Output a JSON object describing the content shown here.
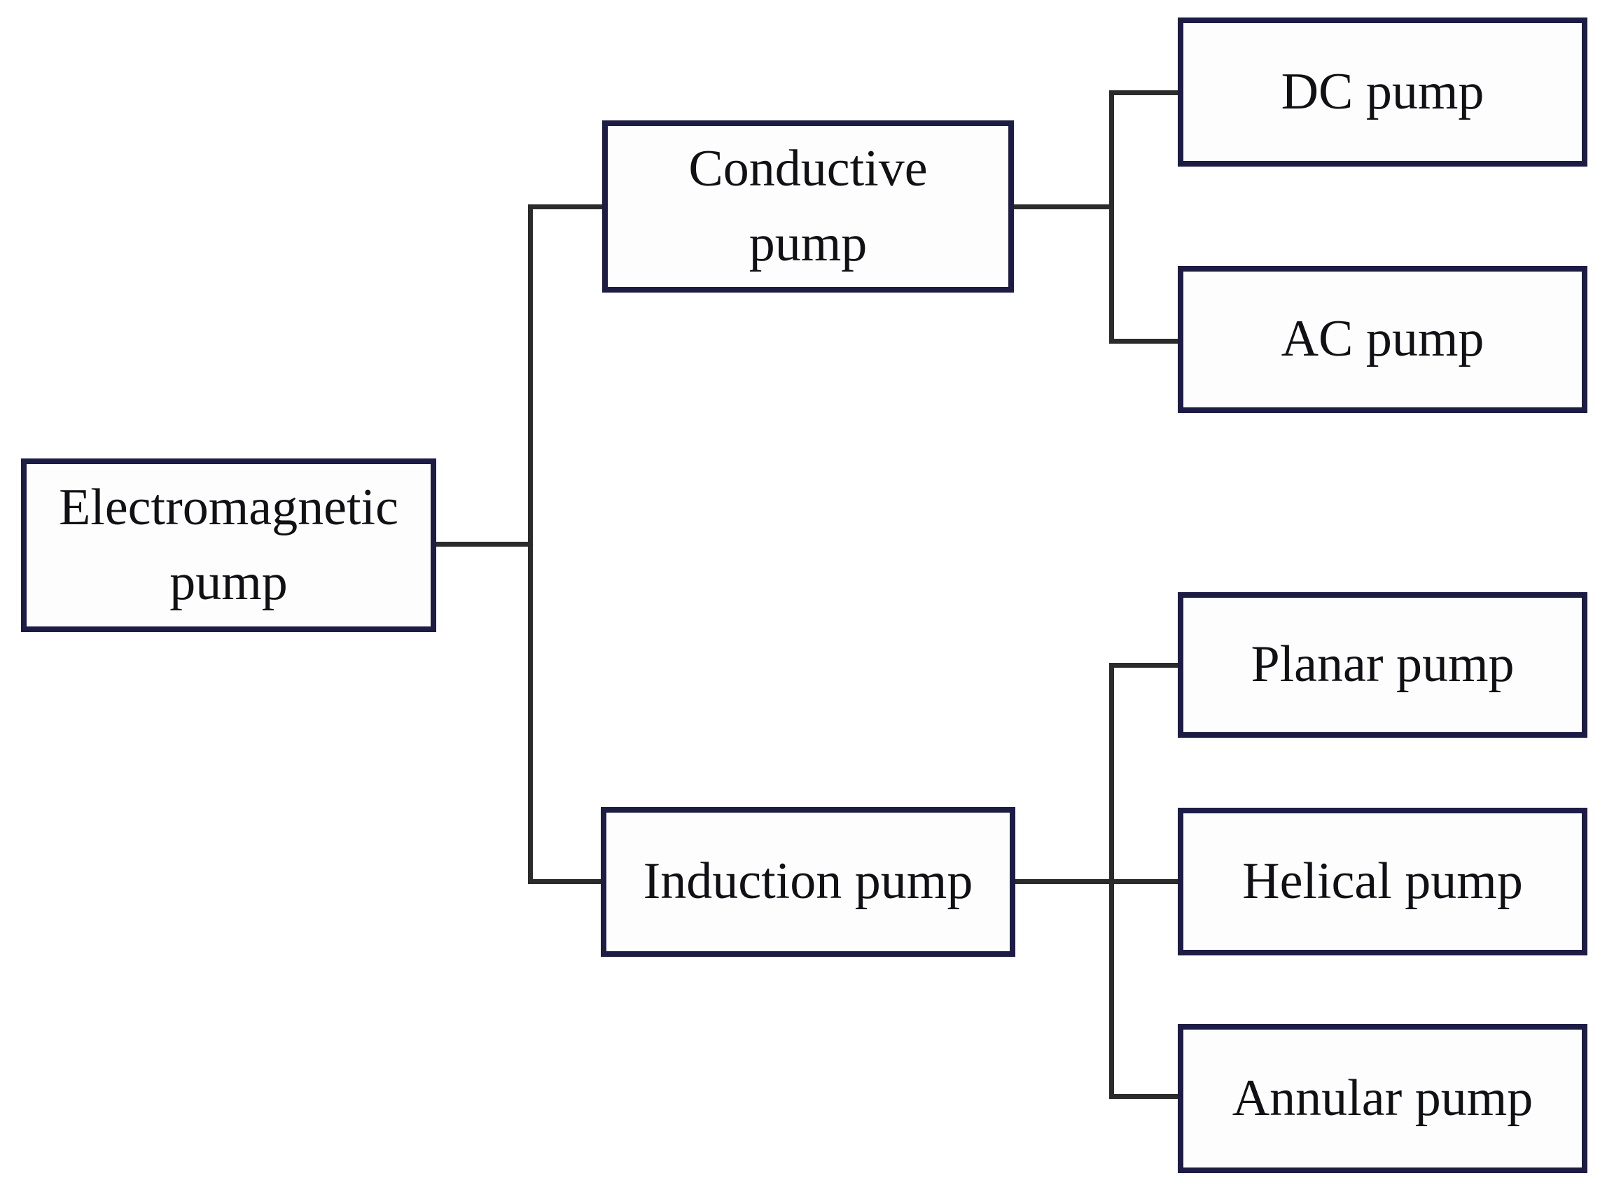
{
  "diagram": {
    "type": "tree",
    "colors": {
      "box_border": "#1c1c44",
      "connector_line": "#2b2b2b",
      "text": "#101015",
      "background": "#ffffff"
    },
    "nodes": {
      "root": {
        "lines": [
          "Electromagnetic",
          "pump"
        ]
      },
      "conductive": {
        "lines": [
          "Conductive",
          "pump"
        ]
      },
      "induction": {
        "lines": [
          "Induction pump"
        ]
      },
      "dc": {
        "lines": [
          "DC pump"
        ]
      },
      "ac": {
        "lines": [
          "AC pump"
        ]
      },
      "planar": {
        "lines": [
          "Planar pump"
        ]
      },
      "helical": {
        "lines": [
          "Helical pump"
        ]
      },
      "annular": {
        "lines": [
          "Annular pump"
        ]
      }
    },
    "edges": [
      {
        "from": "root",
        "to": "conductive"
      },
      {
        "from": "root",
        "to": "induction"
      },
      {
        "from": "conductive",
        "to": "dc"
      },
      {
        "from": "conductive",
        "to": "ac"
      },
      {
        "from": "induction",
        "to": "planar"
      },
      {
        "from": "induction",
        "to": "helical"
      },
      {
        "from": "induction",
        "to": "annular"
      }
    ]
  }
}
